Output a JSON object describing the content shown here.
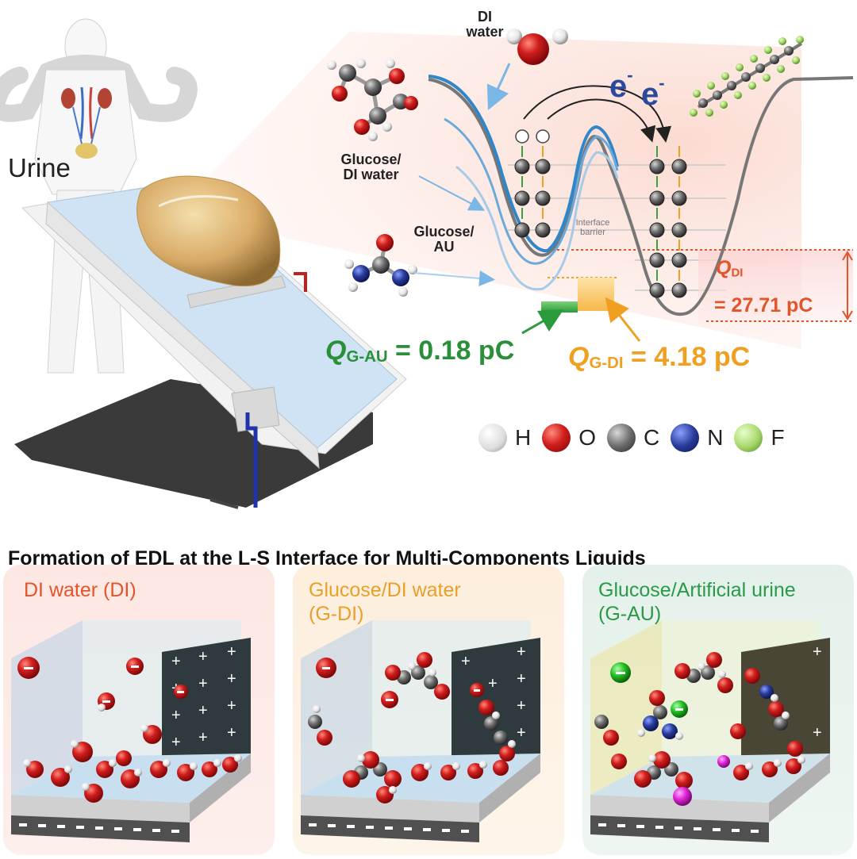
{
  "top_figure": {
    "urine_label": "Urine",
    "liquid_labels": {
      "di_water": "DI\nwater",
      "glucose_di_water": "Glucose/\nDI water",
      "glucose_au": "Glucose/\nAU"
    },
    "interface_barrier": "Interface\nbarrier",
    "electron_symbol": "e",
    "electron_charge": "-",
    "charges": {
      "q_di_symbol": "Q",
      "q_di_subscript": "DI",
      "q_di_value": "= 27.71 pC",
      "q_g_au_symbol": "Q",
      "q_g_au_subscript": "G-AU",
      "q_g_au_value": " = 0.18 pC",
      "q_g_di_symbol": "Q",
      "q_g_di_subscript": "G-DI",
      "q_g_di_value": " = 4.18 pC"
    },
    "colors": {
      "di_curve": "#2f86c8",
      "q_di": "#e2552b",
      "q_g_au": "#2a8f3a",
      "q_g_di": "#f0a020",
      "electron": "#2a4a9c"
    }
  },
  "legend": [
    {
      "symbol": "H",
      "color": "#f0f0f0",
      "icon": "hydrogen-atom-icon"
    },
    {
      "symbol": "O",
      "color": "#d21e1e",
      "icon": "oxygen-atom-icon"
    },
    {
      "symbol": "C",
      "color": "#7a7a7a",
      "icon": "carbon-atom-icon"
    },
    {
      "symbol": "N",
      "color": "#2a3c9c",
      "icon": "nitrogen-atom-icon"
    },
    {
      "symbol": "F",
      "color": "#a6d66a",
      "icon": "fluorine-atom-icon"
    }
  ],
  "section_title": "Formation of EDL at the L-S Interface for Multi-Components Liquids",
  "panels": [
    {
      "label": "DI water (DI)"
    },
    {
      "label": "Glucose/DI water\n(G-DI)"
    },
    {
      "label": "Glucose/Artificial urine\n(G-AU)"
    }
  ]
}
